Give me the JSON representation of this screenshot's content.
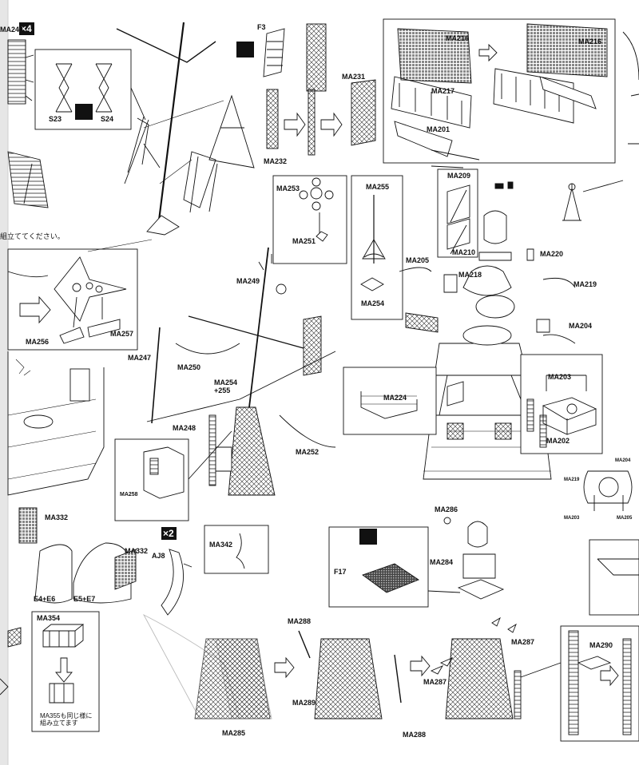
{
  "multipliers": [
    "×4",
    "×2"
  ],
  "labels": {
    "MA244": "MA244",
    "S23": "S23",
    "S24": "S24",
    "F3": "F3",
    "MA231": "MA231",
    "MA232": "MA232",
    "MA216a": "MA216",
    "MA216b": "MA216",
    "MA217": "MA217",
    "MA201": "MA201",
    "MA253": "MA253",
    "MA251": "MA251",
    "MA255": "MA255",
    "MA254": "MA254",
    "MA205": "MA205",
    "MA209": "MA209",
    "MA210": "MA210",
    "MA220": "MA220",
    "MA218": "MA218",
    "MA219": "MA219",
    "MA204": "MA204",
    "MA203": "MA203",
    "MA202": "MA202",
    "MA224": "MA224",
    "MA249": "MA249",
    "MA247": "MA247",
    "MA250": "MA250",
    "MA254_255": "MA254\n+255",
    "MA248": "MA248",
    "MA252": "MA252",
    "MA258": "MA258",
    "MA256": "MA256",
    "MA257": "MA257",
    "MA332a": "MA332",
    "MA332b": "MA332",
    "E4E6": "E4+E6",
    "E5E7": "E5+E7",
    "AJ8": "AJ8",
    "MA342": "MA342",
    "MA354": "MA354",
    "MA355note": "MA355も同じ様に組み立てます",
    "MA286": "MA286",
    "MA284": "MA284",
    "F17": "F17",
    "MA288a": "MA288",
    "MA289": "MA289",
    "MA285": "MA285",
    "MA288b": "MA288",
    "MA287a": "MA287",
    "MA287b": "MA287",
    "MA290": "MA290",
    "sm219": "MA219",
    "sm204": "MA204",
    "sm203": "MA203",
    "sm205": "MA205"
  },
  "japanese_note": "組立ててください。"
}
